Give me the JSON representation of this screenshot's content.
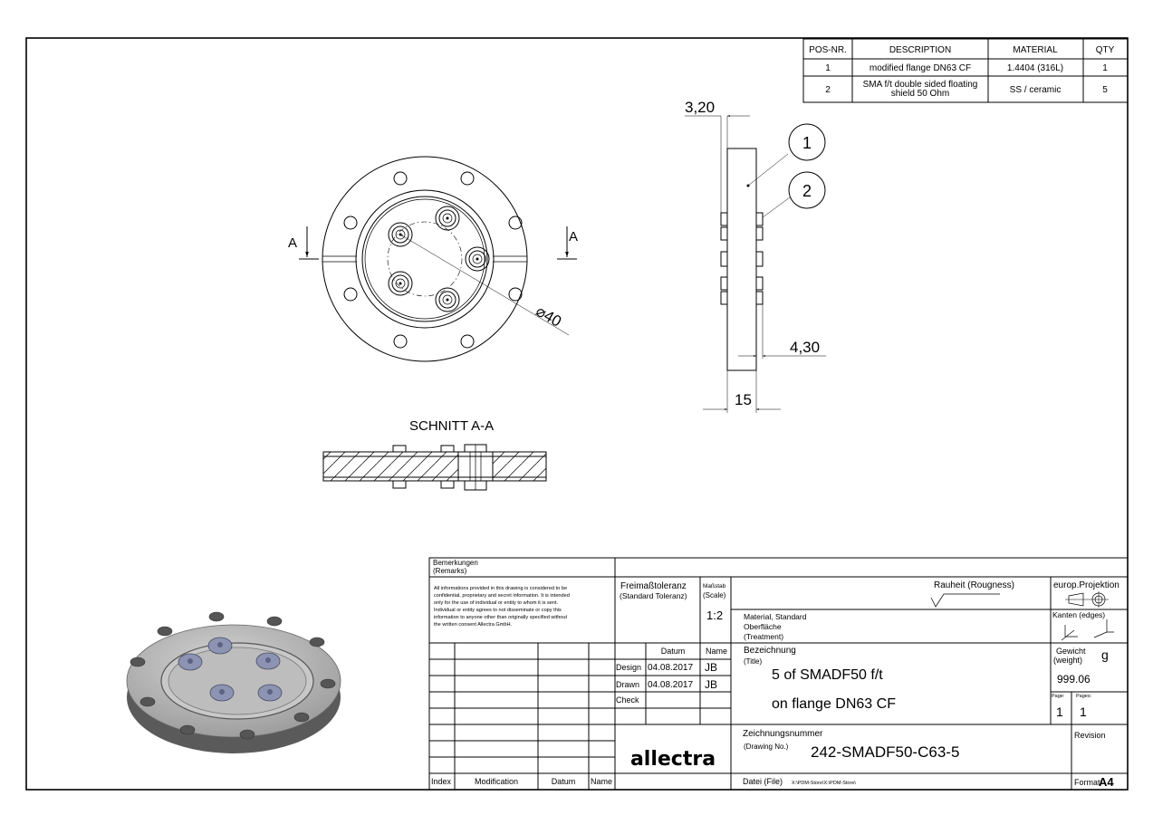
{
  "bom": {
    "headers": [
      "POS-NR.",
      "DESCRIPTION",
      "MATERIAL",
      "QTY"
    ],
    "rows": [
      {
        "pos": "1",
        "description": "modified flange DN63 CF",
        "material": "1.4404 (316L)",
        "qty": "1"
      },
      {
        "pos": "2",
        "description_line1": "SMA f/t double sided floating",
        "description_line2": "shield 50 Ohm",
        "material": "SS / ceramic",
        "qty": "5"
      }
    ]
  },
  "front_view": {
    "section_mark_left": "A",
    "section_mark_right": "A",
    "diameter_label": "⌀40"
  },
  "side_view": {
    "dim_top": "3,20",
    "dim_right": "4,30",
    "dim_bottom": "15",
    "balloon_1": "1",
    "balloon_2": "2"
  },
  "section": {
    "title": "SCHNITT A-A"
  },
  "title_block": {
    "remarks_title": "Bemerkungen",
    "remarks_sub": "(Remarks)",
    "remarks_text": [
      "All informations provided in this drawing is considered to be",
      "confidential, proprietary and secret information. It is intended",
      "only for the use of individual or entity to whom it is sent.",
      "Individual or entity agrees to not disseminate or copy this",
      "information to anyone other than originally specified without",
      "the written consent Allectra GmbH."
    ],
    "tolerance_title": "Freimaßtoleranz",
    "tolerance_sub": "(Standard Toleranz)",
    "scale_title": "Maßstab",
    "scale_sub": "(Scale)",
    "scale_value": "1:2",
    "roughness_label": "Rauheit (Rougness)",
    "projection_label": "europ.Projektion",
    "edges_label": "Kanten (edges)",
    "material_label": "Material, Standard",
    "surface_label": "Oberfläche",
    "treatment_label": "(Treatment)",
    "col_datum": "Datum",
    "col_name": "Name",
    "design_label": "Design",
    "design_date": "04.08.2017",
    "design_name": "JB",
    "drawn_label": "Drawn",
    "drawn_date": "04.08.2017",
    "drawn_name": "JB",
    "check_label": "Check",
    "title_label": "Bezeichnung",
    "title_sub": "(Title)",
    "title_line1": "5 of SMADF50 f/t",
    "title_line2": "on flange DN63 CF",
    "weight_label": "Gewicht",
    "weight_sub": "(weight)",
    "weight_unit": "g",
    "weight_value": "999.06",
    "page_label": "Page:",
    "pages_label": "Pages:",
    "page_value": "1",
    "pages_value": "1",
    "drawing_no_label": "Zeichnungsnummer",
    "drawing_no_sub": "(Drawing No.)",
    "drawing_no": "242-SMADF50-C63-5",
    "revision_label": "Revision",
    "file_label": "Datei (File)",
    "file_path": "X:\\PDM-Store\\X:\\PDM-Store\\",
    "format_label": "Format",
    "format_value": "A4",
    "rev_headers": [
      "Index",
      "Modification",
      "Datum",
      "Name"
    ],
    "company_logo": "allectra"
  }
}
